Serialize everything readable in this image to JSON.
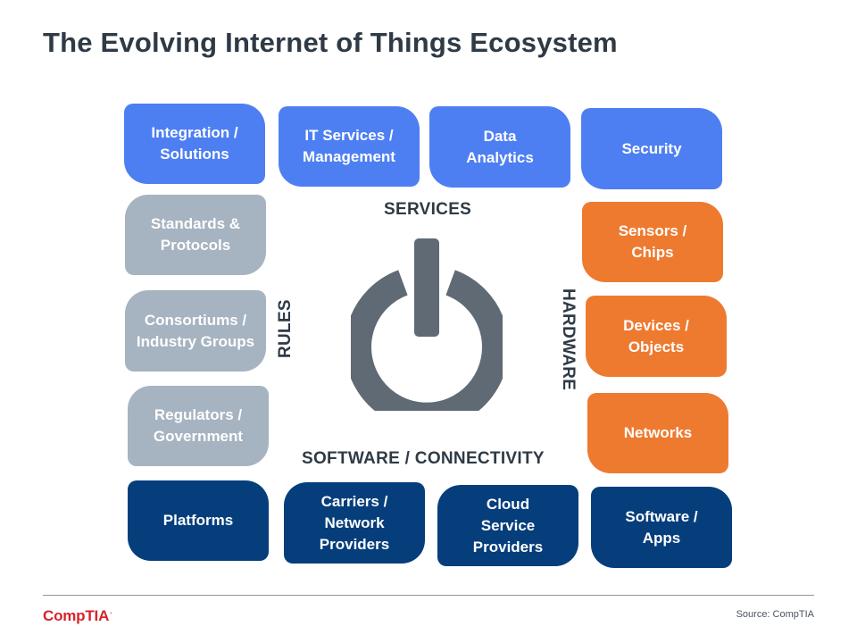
{
  "title": "The Evolving Internet of Things Ecosystem",
  "labels": {
    "services": "SERVICES",
    "rules": "RULES",
    "hardware": "HARDWARE",
    "software": "SOFTWARE / CONNECTIVITY"
  },
  "tiles": {
    "integration": "Integration /\nSolutions",
    "it_services": "IT Services /\nManagement",
    "data_analytics": "Data\nAnalytics",
    "security": "Security",
    "standards": "Standards &\nProtocols",
    "consortiums": "Consortiums /\nIndustry Groups",
    "regulators": "Regulators /\nGovernment",
    "sensors": "Sensors /\nChips",
    "devices": "Devices /\nObjects",
    "networks": "Networks",
    "platforms": "Platforms",
    "carriers": "Carriers /\nNetwork\nProviders",
    "cloud": "Cloud\nService\nProviders",
    "software_apps": "Software /\nApps"
  },
  "colors": {
    "services": "#4e7ff2",
    "rules": "#a6b3c0",
    "hardware": "#ee7a30",
    "software": "#053e7b",
    "power_icon": "#5f6a74"
  },
  "icons": {
    "center": "power-icon"
  },
  "footer": {
    "logo": "CompTIA",
    "source": "Source: CompTIA"
  }
}
